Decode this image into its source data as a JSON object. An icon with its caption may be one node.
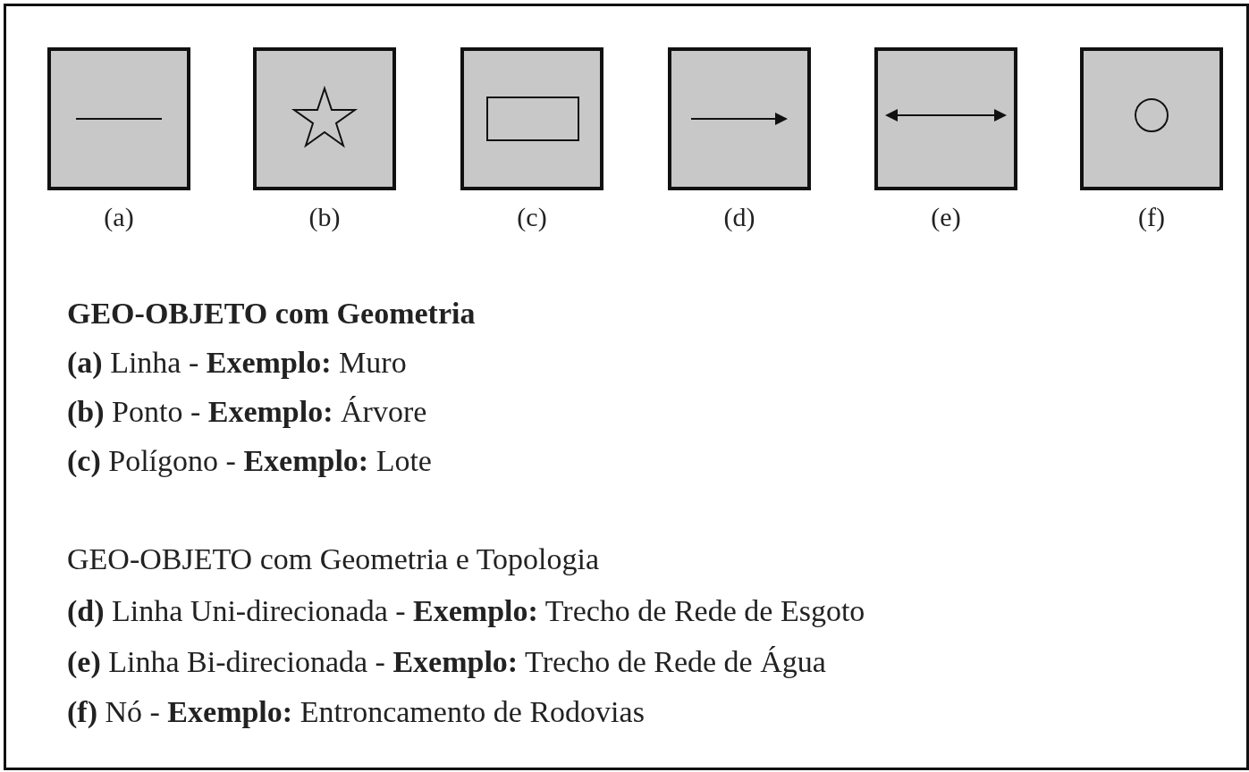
{
  "diagram": {
    "nodes": [
      {
        "text": [],
        "shape": "picture",
        "beside": [
          "(a)"
        ]
      },
      {
        "text": [],
        "shape": "picture",
        "beside": [
          "(b)"
        ]
      },
      {
        "text": [],
        "shape": "picture",
        "beside": [
          "(c)"
        ]
      },
      {
        "text": [],
        "shape": "picture",
        "beside": [
          "(d)"
        ]
      },
      {
        "text": [],
        "shape": "picture",
        "beside": [
          "(e)"
        ]
      },
      {
        "text": [],
        "shape": "picture",
        "beside": [
          "(f)"
        ]
      }
    ],
    "labels": [
      "GEO-OBJETO com Geometria",
      "**(a)** Linha - **Exemplo:** Muro",
      "**(b)** Ponto - **Exemplo:** Árvore",
      "**(c)** Polígono - **Exemplo:** Lote",
      "GEO-OBJETO com Geometria e Topologia",
      "**(d)** Linha Uni-direcionada - **Exemplo:** Trecho de Rede de Esgoto",
      "**(e)** Linha Bi-direcionada - **Exemplo:** Trecho de Rede de Água",
      "**(f)** Nó - **Exemplo:** Entroncamento de Rodovias"
    ]
  }
}
